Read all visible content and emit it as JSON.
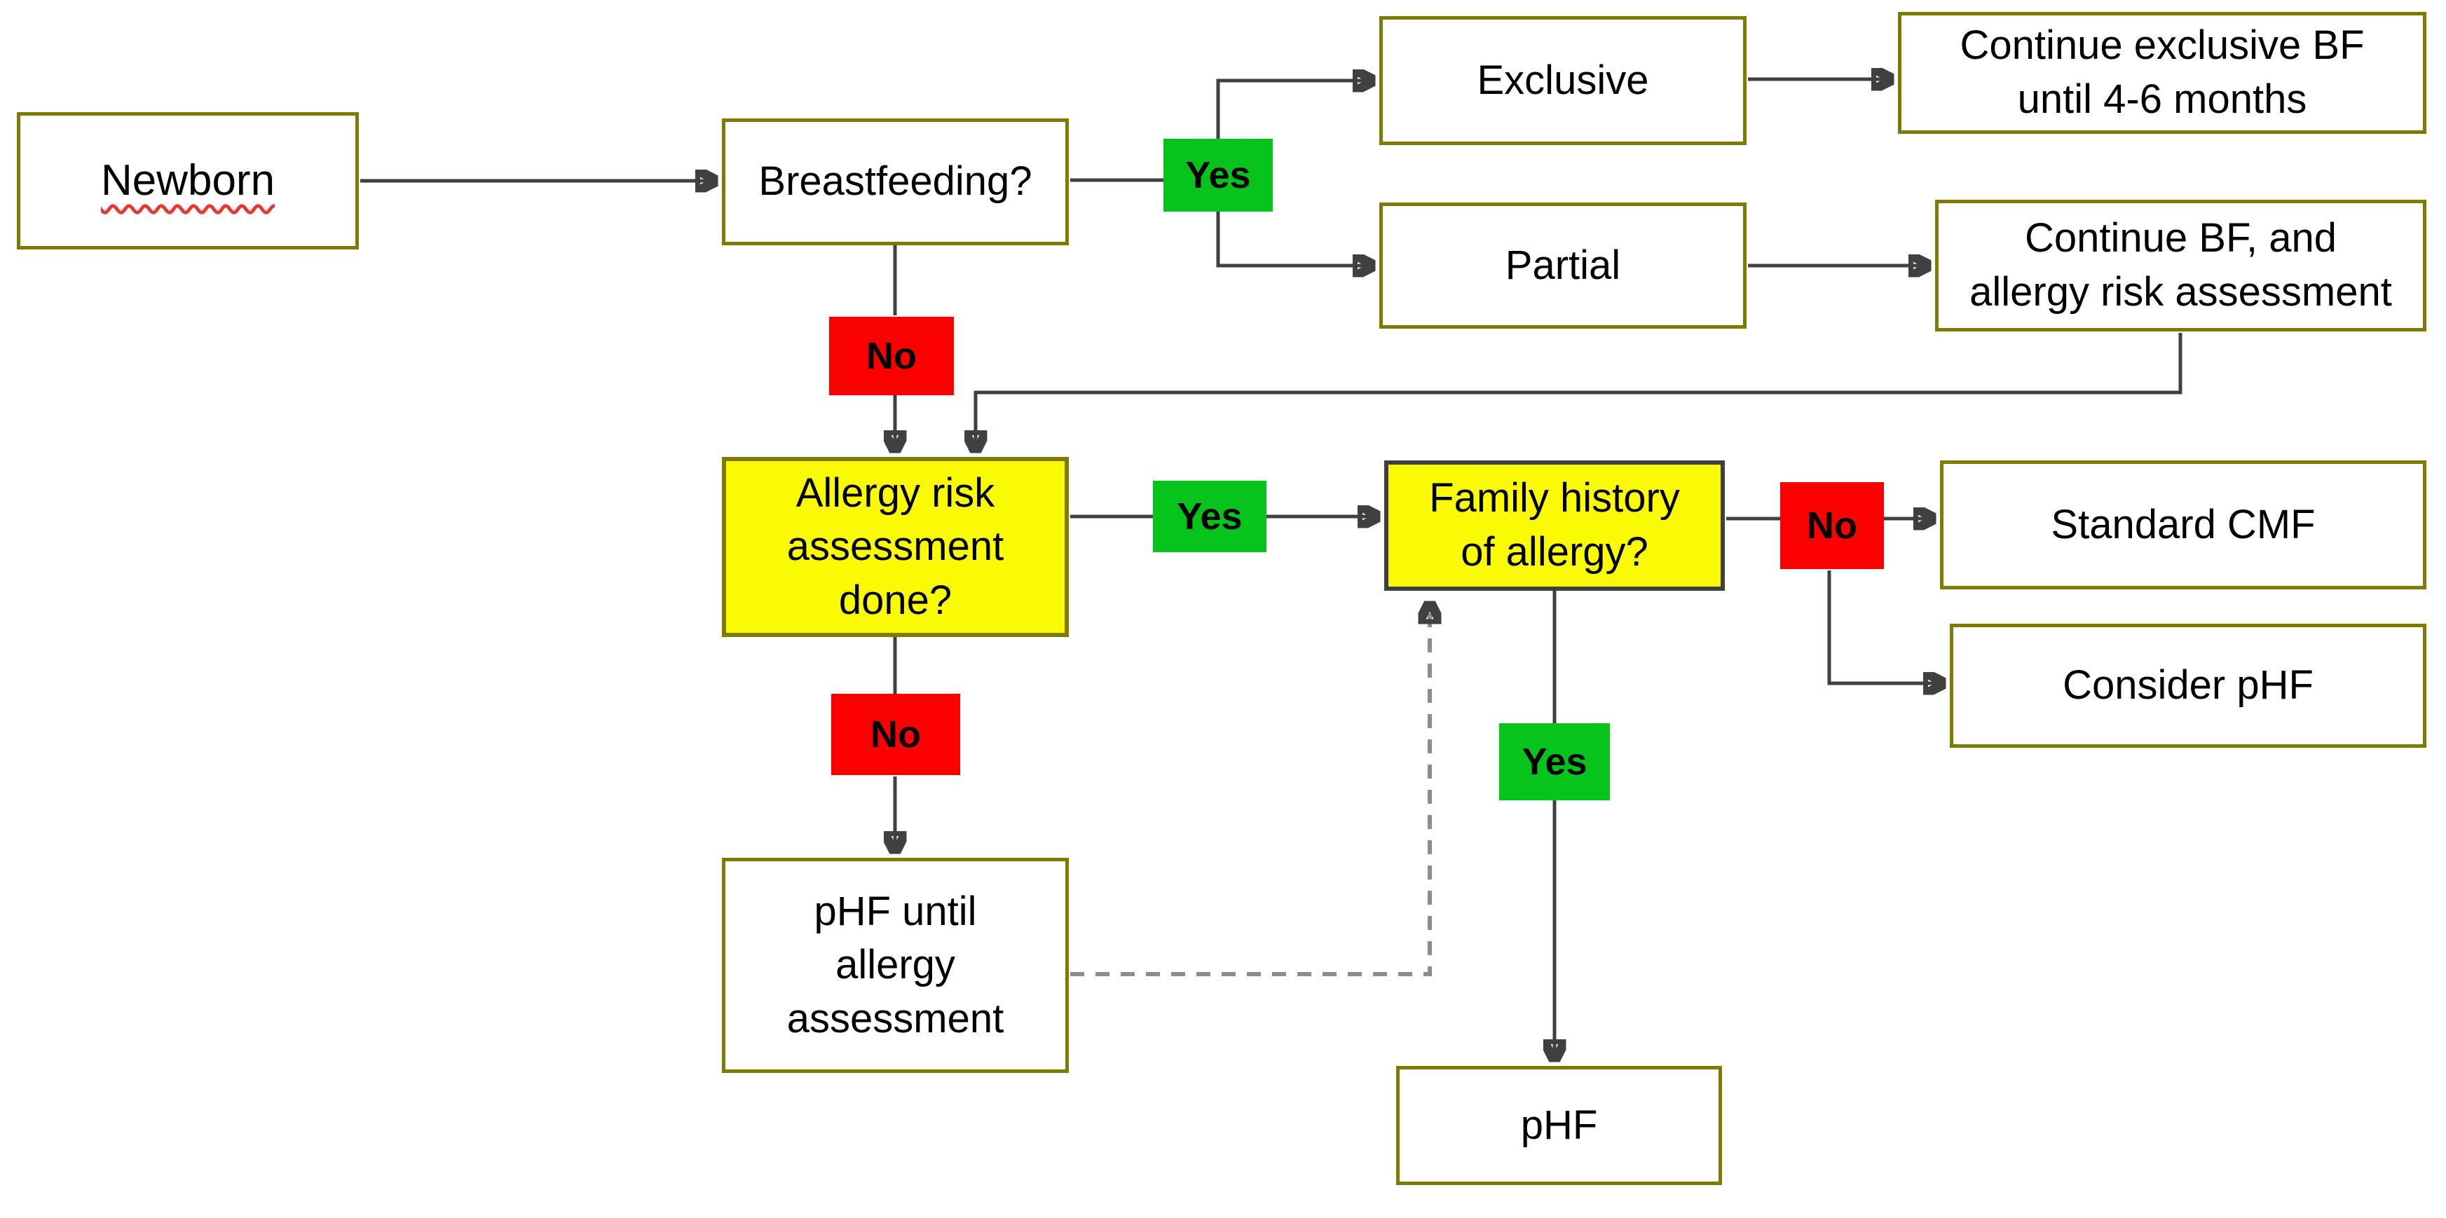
{
  "diagram": {
    "type": "flowchart",
    "topic": "Newborn feeding and allergy risk decision flow",
    "colors": {
      "box_border_olive": "#7E7B00",
      "box_fill_white": "#FFFFFF",
      "decision_fill_yellow": "#FAFA05",
      "decision_border_dark": "#3F3F3F",
      "yes_fill": "#06C41C",
      "no_fill": "#FB0000",
      "connector": "#404040",
      "connector_dashed": "#8C8C8C",
      "text": "#000000",
      "misspell_underline": "#E53935"
    },
    "nodes": {
      "newborn": {
        "label": "Newborn",
        "kind": "start",
        "note": "red wavy spellcheck underline"
      },
      "breastfeeding": {
        "label": "Breastfeeding?",
        "kind": "question"
      },
      "yes1": {
        "label": "Yes",
        "kind": "branch-yes"
      },
      "no1": {
        "label": "No",
        "kind": "branch-no"
      },
      "exclusive": {
        "label": "Exclusive",
        "kind": "option"
      },
      "partial": {
        "label": "Partial",
        "kind": "option"
      },
      "continue_exclusive_bf": {
        "label": "Continue exclusive BF\nuntil 4-6 months",
        "kind": "outcome"
      },
      "continue_bf": {
        "label": "Continue BF, and\nallergy risk assessment",
        "kind": "outcome"
      },
      "allergy_risk": {
        "label": "Allergy risk\nassessment\ndone?",
        "kind": "decision-yellow"
      },
      "yes2": {
        "label": "Yes",
        "kind": "branch-yes"
      },
      "no3": {
        "label": "No",
        "kind": "branch-no"
      },
      "family_history": {
        "label": "Family history\nof allergy?",
        "kind": "decision-yellow"
      },
      "no2": {
        "label": "No",
        "kind": "branch-no"
      },
      "yes3": {
        "label": "Yes",
        "kind": "branch-yes"
      },
      "standard_cmf": {
        "label": "Standard CMF",
        "kind": "outcome"
      },
      "consider_phf": {
        "label": "Consider pHF",
        "kind": "outcome"
      },
      "phf_until": {
        "label": "pHF until\nallergy\nassessment",
        "kind": "outcome"
      },
      "phf": {
        "label": "pHF",
        "kind": "outcome"
      }
    },
    "edges": [
      {
        "from": "newborn",
        "to": "breastfeeding",
        "style": "solid",
        "arrow": true
      },
      {
        "from": "breastfeeding",
        "to": "yes1",
        "style": "solid",
        "arrow": false
      },
      {
        "from": "yes1",
        "to": "exclusive",
        "style": "solid",
        "arrow": true
      },
      {
        "from": "yes1",
        "to": "partial",
        "style": "solid",
        "arrow": true
      },
      {
        "from": "exclusive",
        "to": "continue_exclusive_bf",
        "style": "solid",
        "arrow": true
      },
      {
        "from": "partial",
        "to": "continue_bf",
        "style": "solid",
        "arrow": true
      },
      {
        "from": "breastfeeding",
        "to": "no1",
        "style": "solid",
        "arrow": false
      },
      {
        "from": "no1",
        "to": "allergy_risk",
        "style": "solid",
        "arrow": true
      },
      {
        "from": "continue_bf",
        "to": "allergy_risk",
        "style": "solid",
        "arrow": true
      },
      {
        "from": "allergy_risk",
        "to": "yes2",
        "style": "solid",
        "arrow": false
      },
      {
        "from": "yes2",
        "to": "family_history",
        "style": "solid",
        "arrow": true
      },
      {
        "from": "family_history",
        "to": "no2",
        "style": "solid",
        "arrow": false
      },
      {
        "from": "no2",
        "to": "standard_cmf",
        "style": "solid",
        "arrow": true
      },
      {
        "from": "no2",
        "to": "consider_phf",
        "style": "solid",
        "arrow": true
      },
      {
        "from": "allergy_risk",
        "to": "no3",
        "style": "solid",
        "arrow": false
      },
      {
        "from": "no3",
        "to": "phf_until",
        "style": "solid",
        "arrow": true
      },
      {
        "from": "phf_until",
        "to": "family_history",
        "style": "dashed",
        "arrow": true
      },
      {
        "from": "family_history",
        "to": "phf",
        "style": "solid",
        "arrow": true,
        "through": "yes3"
      }
    ]
  }
}
